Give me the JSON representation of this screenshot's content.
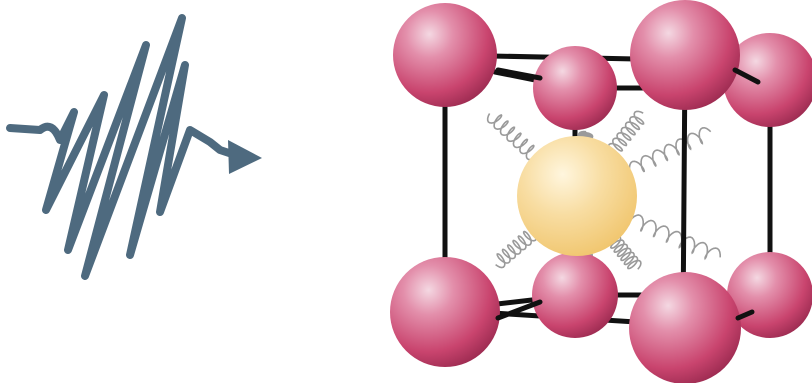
{
  "diagram": {
    "wave_icon": {
      "name": "wave-pulse-arrow-icon",
      "color": "#4E6A7F"
    },
    "crystal": {
      "corner_atom_color": "#C9446E",
      "corner_atom_highlight": "#F4D8E2",
      "center_atom_color": "#F0C46A",
      "center_atom_highlight": "#FFF6DE",
      "edge_color": "#111111",
      "spring_color": "#9A9A9A",
      "corner_atom_count": 8,
      "center_atom_count": 1,
      "spring_count": 8
    }
  }
}
